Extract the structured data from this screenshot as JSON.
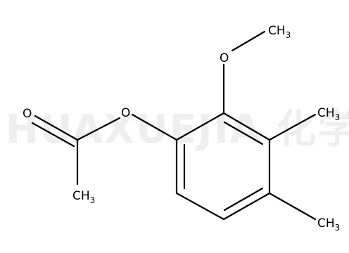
{
  "watermark": {
    "text": "HUAXUEJIA 化学加",
    "color": "#eeeeee"
  },
  "molecule": {
    "label_methoxy_o": "O",
    "label_methoxy_c": "CH",
    "label_methoxy_sub": "3",
    "label_ester_o": "O",
    "label_carbonyl_o": "O",
    "label_acetyl_c": "CH",
    "label_acetyl_sub": "3",
    "label_me1_c": "CH",
    "label_me1_sub": "3",
    "label_me2_c": "CH",
    "label_me2_sub": "3"
  }
}
